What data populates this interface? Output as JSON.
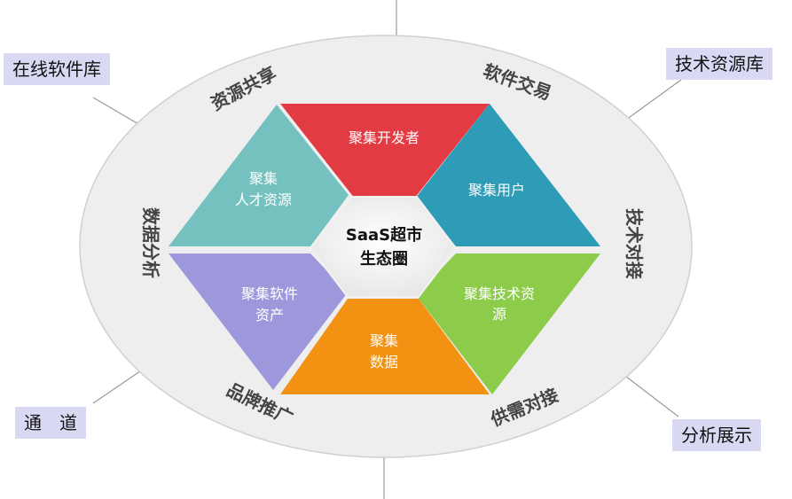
{
  "center": {
    "line1": "SaaS超市",
    "line2": "生态圈"
  },
  "segments": {
    "top": "聚集开发者",
    "top_right": "聚集用户",
    "bottom_right_1": "聚集技术资",
    "bottom_right_2": "源",
    "bottom_1": "聚集",
    "bottom_2": "数据",
    "bottom_left_1": "聚集软件",
    "bottom_left_2": "资产",
    "top_left_1": "聚集",
    "top_left_2": "人才资源"
  },
  "ring": {
    "top_left": "资源共享",
    "top_right": "软件交易",
    "right": "技术对接",
    "bottom_right": "供需对接",
    "bottom_left": "品牌推广",
    "left": "数据分析"
  },
  "callouts": {
    "top_left": "在线软件库",
    "top_right": "技术资源库",
    "bottom_left": "通　道",
    "bottom_right": "分析展示"
  },
  "colors": {
    "red": "#e23b43",
    "blue": "#2e9bb7",
    "green": "#8ccc4a",
    "orange": "#f39212",
    "purple": "#9d98dc",
    "teal": "#74c1c0",
    "ring": "#eeeeee",
    "callout_bg": "#d9d9f3"
  }
}
